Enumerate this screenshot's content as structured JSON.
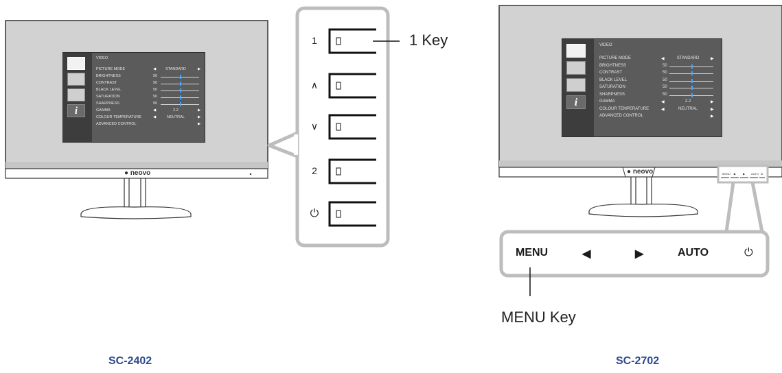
{
  "left": {
    "model": "SC-2402",
    "logo": "neovo",
    "osd": {
      "title": "VIDEO",
      "rows": [
        {
          "label": "PICTURE MODE",
          "value": "STANDARD",
          "kind": "select"
        },
        {
          "label": "BRIGHTNESS",
          "value": "50",
          "kind": "slider",
          "level": 0.5
        },
        {
          "label": "CONTRAST",
          "value": "50",
          "kind": "slider",
          "level": 0.5
        },
        {
          "label": "BLACK LEVEL",
          "value": "50",
          "kind": "slider",
          "level": 0.5
        },
        {
          "label": "SATURATION",
          "value": "50",
          "kind": "slider",
          "level": 0.5
        },
        {
          "label": "SHARPNESS",
          "value": "50",
          "kind": "slider",
          "level": 0.5
        },
        {
          "label": "GAMMA",
          "value": "2.2",
          "kind": "select"
        },
        {
          "label": "COLOUR TEMPERATURE",
          "value": "NEUTRAL",
          "kind": "select"
        },
        {
          "label": "ADVANCED CONTROL",
          "value": "",
          "kind": "submenu"
        }
      ]
    },
    "keys": [
      {
        "label": "1",
        "icon": "number"
      },
      {
        "label": "∧",
        "icon": "up-chevron-icon"
      },
      {
        "label": "∨",
        "icon": "down-chevron-icon"
      },
      {
        "label": "2",
        "icon": "number"
      },
      {
        "label": "⏻",
        "icon": "power-icon"
      }
    ],
    "callout": "1 Key"
  },
  "right": {
    "model": "SC-2702",
    "logo": "neovo",
    "osd": {
      "title": "VIDEO",
      "rows": [
        {
          "label": "PICTURE MODE",
          "value": "STANDARD",
          "kind": "select"
        },
        {
          "label": "BRIGHTNESS",
          "value": "50",
          "kind": "slider",
          "level": 0.5
        },
        {
          "label": "CONTRAST",
          "value": "50",
          "kind": "slider",
          "level": 0.5
        },
        {
          "label": "BLACK LEVEL",
          "value": "50",
          "kind": "slider",
          "level": 0.5
        },
        {
          "label": "SATURATION",
          "value": "50",
          "kind": "slider",
          "level": 0.5
        },
        {
          "label": "SHARPNESS",
          "value": "50",
          "kind": "slider",
          "level": 0.5
        },
        {
          "label": "GAMMA",
          "value": "2.2",
          "kind": "select"
        },
        {
          "label": "COLOUR TEMPERATURE",
          "value": "NEUTRAL",
          "kind": "select"
        },
        {
          "label": "ADVANCED CONTROL",
          "value": "",
          "kind": "submenu"
        }
      ]
    },
    "buttons": [
      {
        "label": "MENU",
        "icon": "text"
      },
      {
        "label": "◀",
        "icon": "left-arrow-icon"
      },
      {
        "label": "▶",
        "icon": "right-arrow-icon"
      },
      {
        "label": "AUTO",
        "icon": "text"
      },
      {
        "label": "⏻",
        "icon": "power-icon"
      }
    ],
    "callout": "MENU Key"
  },
  "colors": {
    "screen": "#d2d2d2",
    "osd": "#5b5b5b",
    "callout_frame": "#bdbdbd",
    "model_text": "#2c4a8f"
  }
}
